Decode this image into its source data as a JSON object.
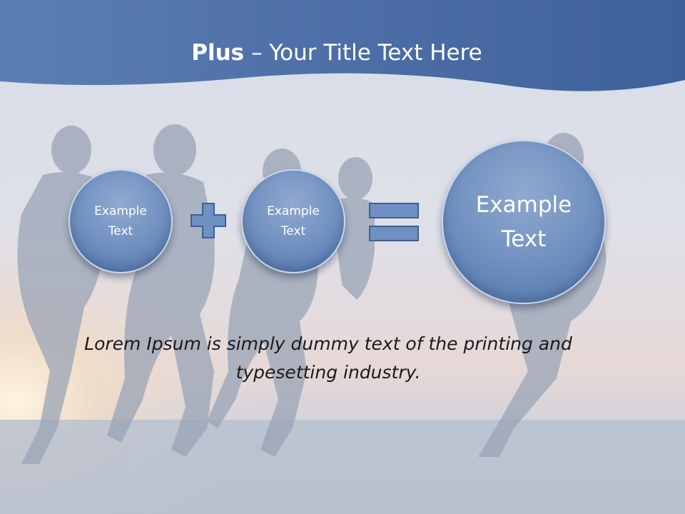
{
  "title": {
    "bold": "Plus",
    "rest": " – Your Title Text Here"
  },
  "circles": [
    {
      "text": "Example\nText"
    },
    {
      "text": "Example\nText"
    },
    {
      "text": "Example\nText"
    }
  ],
  "body_text": "Lorem Ipsum is simply dummy text of the printing and typesetting industry.",
  "colors": {
    "header": "#4a6ea6",
    "circle": "#6e8fc0",
    "operator": "#6f90c2"
  }
}
